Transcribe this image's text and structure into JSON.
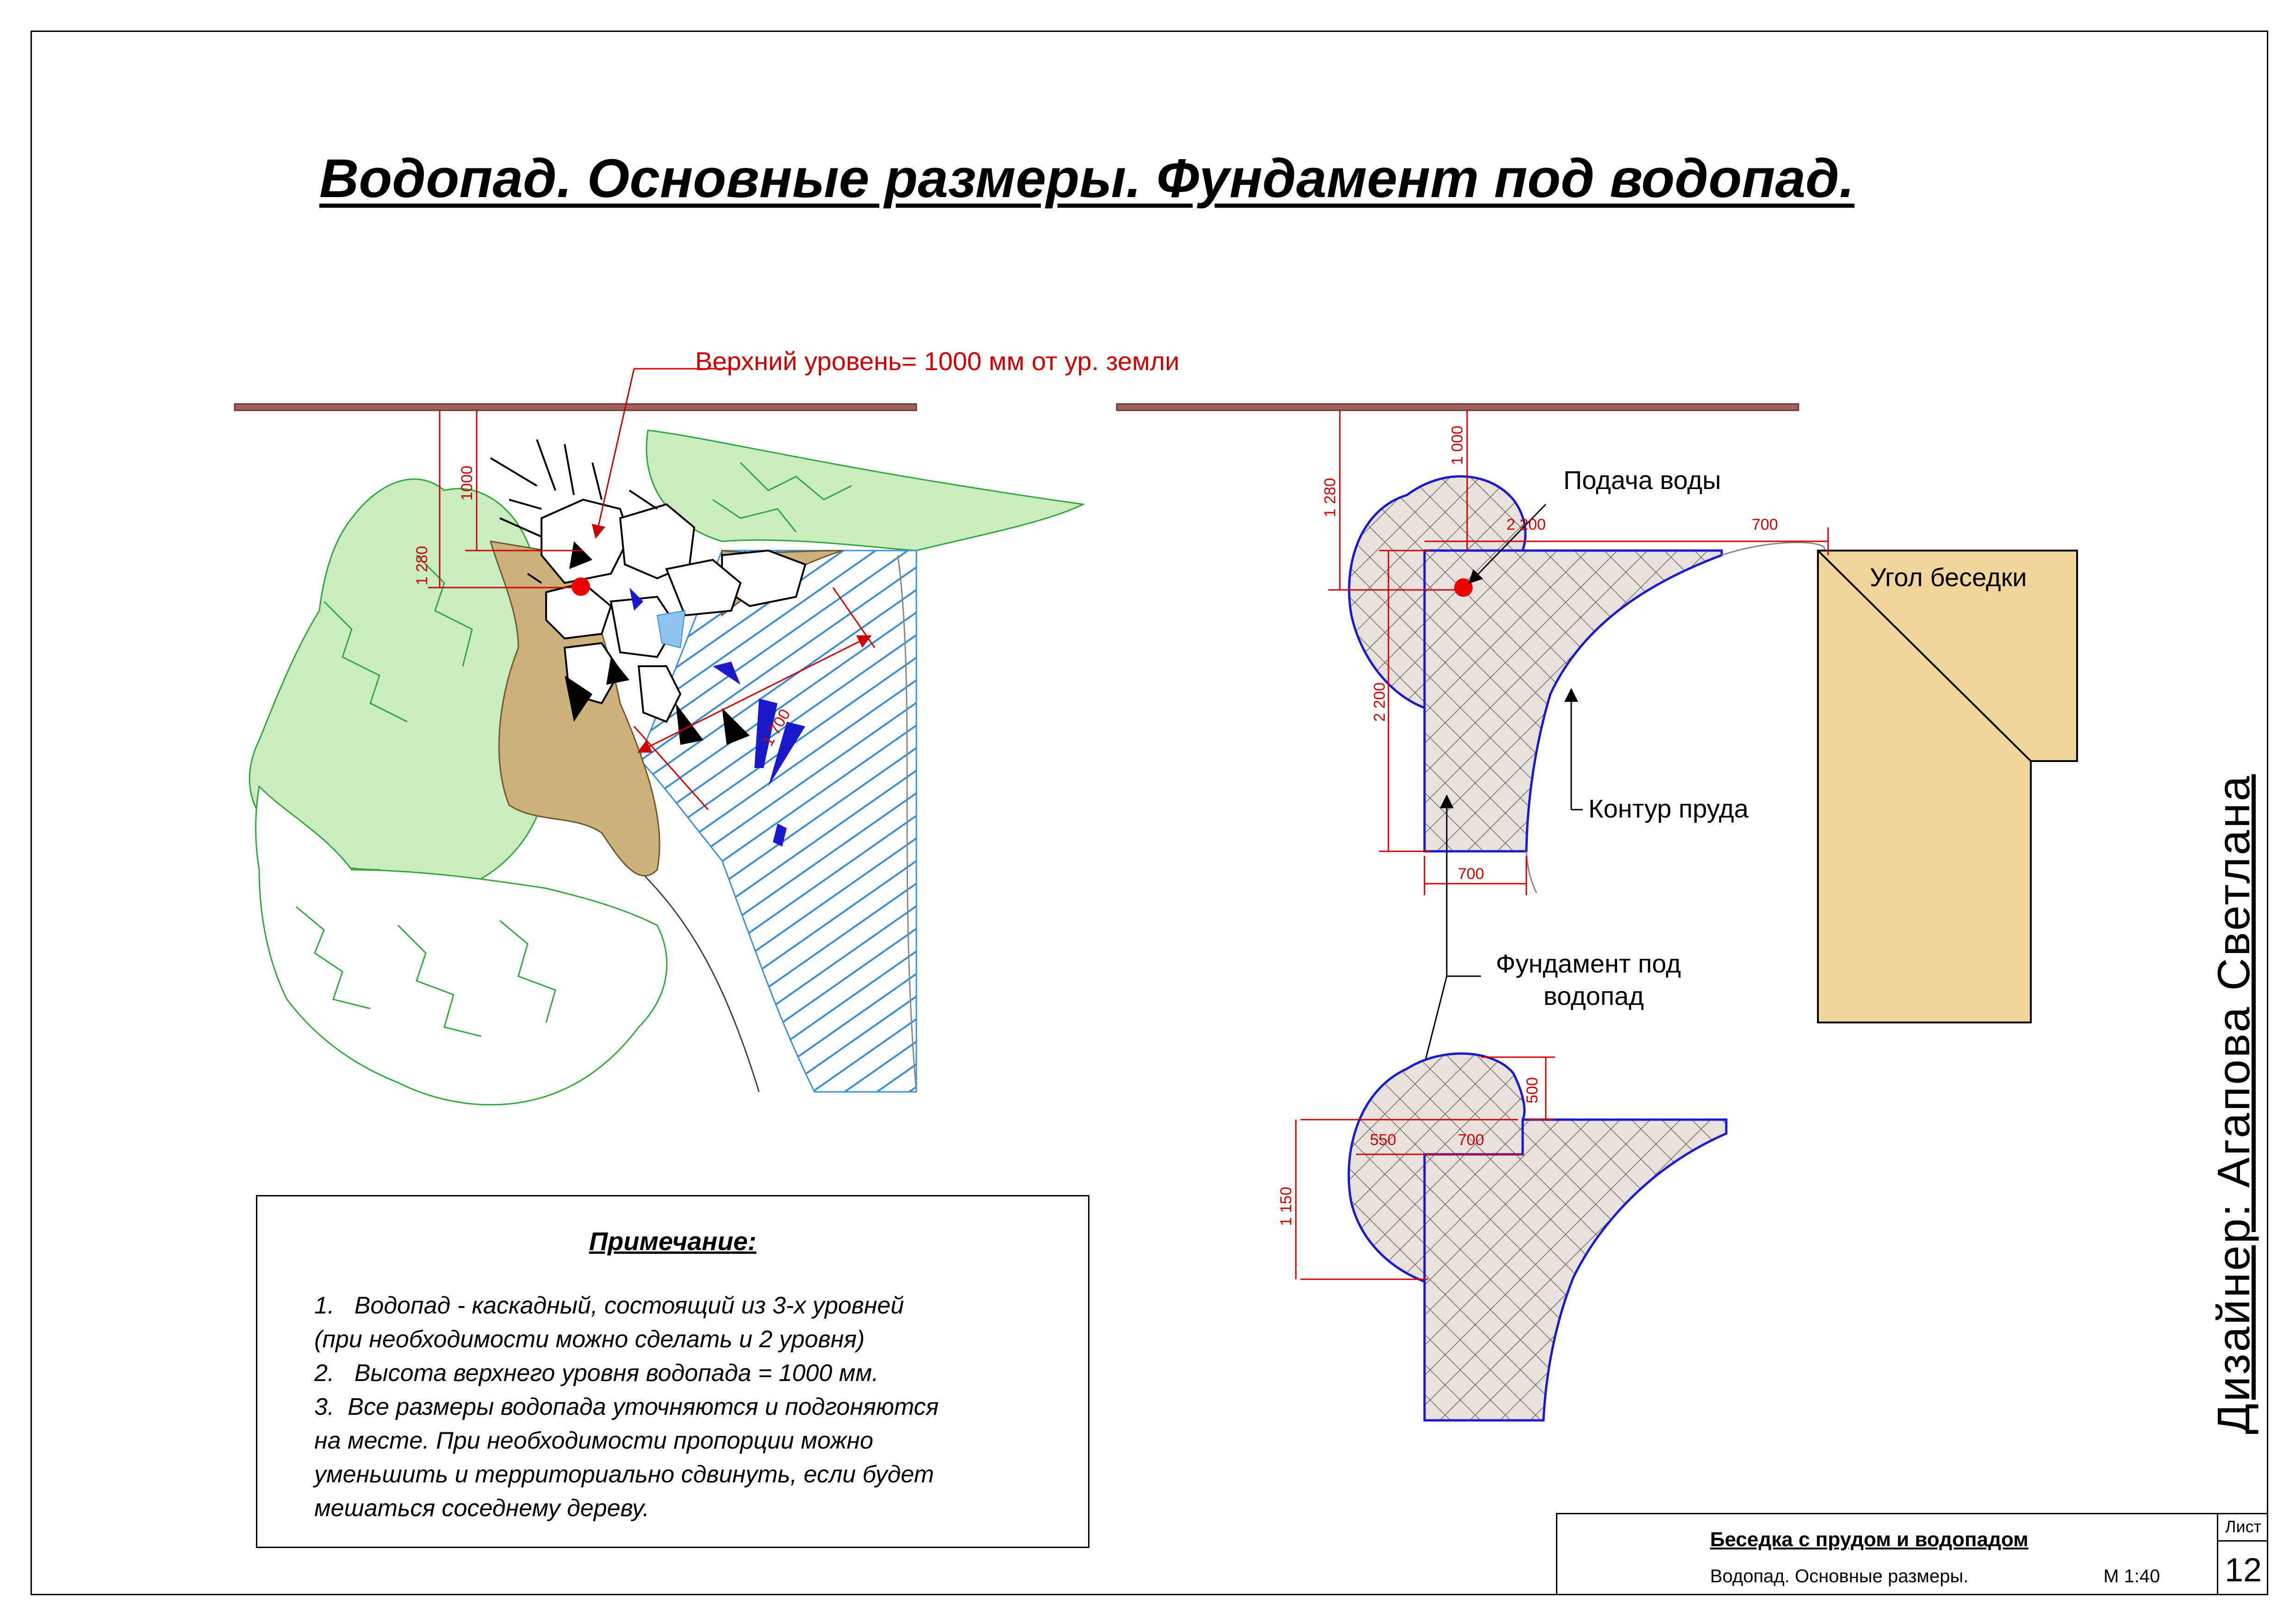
{
  "title": "Водопад. Основные размеры. Фундамент под водопад.",
  "labels": {
    "top_level": "Верхний уровень= 1000 мм от ур. земли",
    "water_supply": "Подача воды",
    "gazebo_corner": "Угол беседки",
    "pond_contour": "Контур пруда",
    "foundation_line1": "Фундамент под",
    "foundation_line2": "водопад"
  },
  "dimensions": {
    "left_1280": "1 280",
    "left_1000": "1000",
    "left_1700": "1 700",
    "plan_1280": "1 280",
    "plan_1000": "1 000",
    "plan_2200_h": "2 200",
    "plan_700_top": "700",
    "plan_2200_v": "2 200",
    "plan_700_bottom": "700",
    "found_500": "500",
    "found_550": "550",
    "found_700": "700",
    "found_1150": "1 150"
  },
  "note": {
    "title": "Примечание:",
    "items": [
      "1.   Водопад - каскадный, состоящий из 3-х уровней",
      "(при необходимости можно сделать и 2 уровня)",
      "2.   Высота верхнего уровня водопада = 1000 мм.",
      "3.  Все размеры водопада уточняются и подгоняются",
      "на месте. При необходимости пропорции можно",
      "уменьшить и территориально сдвинуть, если будет",
      "мешаться соседнему дереву."
    ]
  },
  "stamp": {
    "project": "Беседка с прудом и водопадом",
    "sheet_name": "Водопад. Основные размеры.",
    "scale": "М 1:40",
    "sheet_label": "Лист",
    "sheet_number": "12"
  },
  "designer": "Дизайнер: Агапова Светлана",
  "colors": {
    "dimension": "#cc0000",
    "ground_line": "#a0605a",
    "foundation_outline": "#1a1acc",
    "foundation_fill": "#e8e2de",
    "gazebo_fill": "#f2d59a",
    "greenery_fill": "#c9ecc0",
    "greenery_stroke": "#2ea83a",
    "rock_fill": "#cdb07a",
    "water_hatch": "#3a8fd8",
    "water_blue": "#1a1acc"
  }
}
